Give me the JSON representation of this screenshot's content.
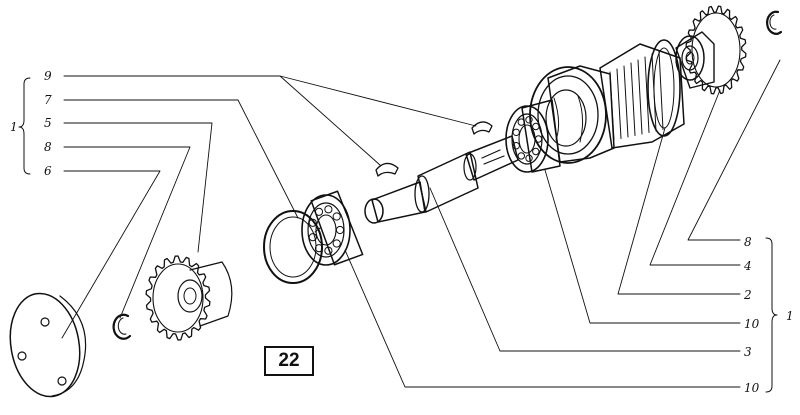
{
  "figure_number": "22",
  "left_callouts": [
    "9",
    "7",
    "5",
    "8",
    "6"
  ],
  "right_callouts": [
    "8",
    "4",
    "2",
    "10",
    "3",
    "10"
  ],
  "group_labels": {
    "left": "1",
    "right": "1"
  }
}
